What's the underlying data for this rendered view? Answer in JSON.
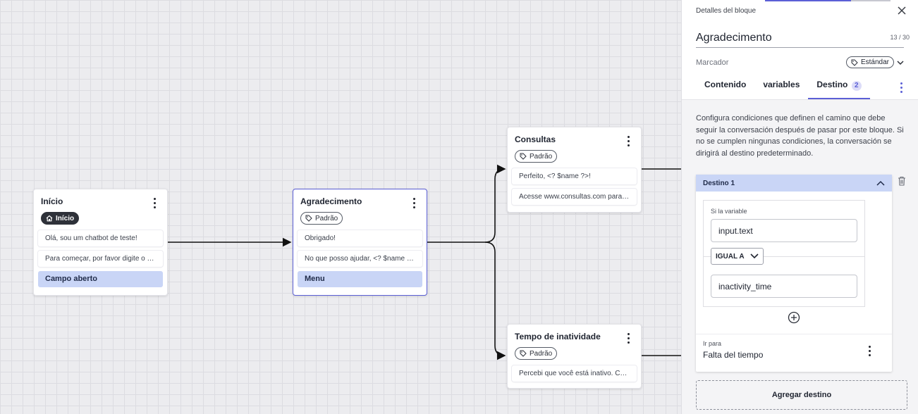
{
  "canvas": {
    "nodes": {
      "inicio": {
        "title": "Início",
        "badge": "Início",
        "messages": [
          "Olá, sou um chatbot de teste!",
          "Para começar, por favor digite o seu nome."
        ],
        "input": "Campo aberto"
      },
      "agradecimento": {
        "title": "Agradecimento",
        "badge": "Padrão",
        "messages": [
          "Obrigado!",
          "No que posso ajudar, <? $name ?>?"
        ],
        "input": "Menu"
      },
      "consultas": {
        "title": "Consultas",
        "badge": "Padrão",
        "messages": [
          "Perfeito, <? $name ?>!",
          "Acesse www.consultas.com para agendar."
        ]
      },
      "inatividade": {
        "title": "Tempo de inatividade",
        "badge": "Padrão",
        "messages": [
          "Percebi que você está inativo. Caso precise, estou aqui."
        ]
      }
    }
  },
  "panel": {
    "header": "Detalles del bloque",
    "name": "Agradecimento",
    "counter": "13 / 30",
    "marker_label": "Marcador",
    "marker_value": "Estándar",
    "tabs": [
      {
        "label": "Contenido"
      },
      {
        "label": "variables"
      },
      {
        "label": "Destino",
        "count": "2"
      }
    ],
    "description": "Configura condiciones que definen el camino que debe seguir la conversación después de pasar por este bloque. Si no se cumplen ningunas condiciones, la conversación se dirigirá al destino predeterminado.",
    "destination": {
      "title": "Destino 1",
      "variable_label": "Si la variable",
      "variable_value": "input.text",
      "operator": "IGUAL A",
      "compare_value": "inactivity_time",
      "goto_label": "Ir para",
      "goto_value": "Falta del tiempo"
    },
    "add_button": "Agregar destino"
  },
  "colors": {
    "accent": "#5b5fd6",
    "selected_row": "#c9d5f6"
  }
}
